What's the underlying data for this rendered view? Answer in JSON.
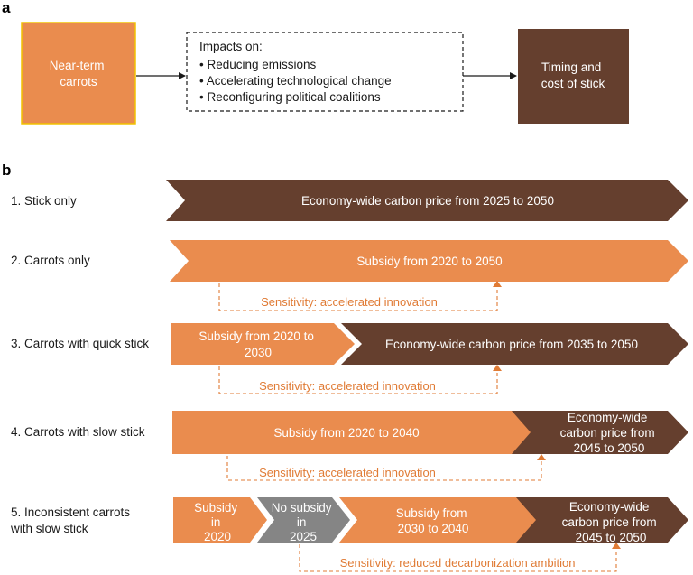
{
  "colors": {
    "carrot": "#ea8c4e",
    "carrot_border": "#f2c200",
    "stick": "#653f2e",
    "gap": "#858585",
    "sensitivity": "#e07b35",
    "text_dark": "#1a1a1a"
  },
  "panel_a": {
    "letter": "a",
    "carrots_box": [
      "Near-term",
      "carrots"
    ],
    "impacts_title": "Impacts on:",
    "impacts": [
      "• Reducing emissions",
      "• Accelerating technological change",
      "• Reconfiguring political coalitions"
    ],
    "stick_box": [
      "Timing and",
      "cost of stick"
    ]
  },
  "panel_b": {
    "letter": "b",
    "rows": [
      {
        "label": [
          "1. Stick only"
        ],
        "segments": [
          {
            "kind": "stick",
            "text": [
              "Economy-wide carbon price from 2025 to 2050"
            ]
          }
        ]
      },
      {
        "label": [
          "2. Carrots only"
        ],
        "segments": [
          {
            "kind": "carrot",
            "text": [
              "Subsidy from 2020 to 2050"
            ]
          }
        ],
        "sensitivity": "Sensitivity: accelerated innovation"
      },
      {
        "label": [
          "3. Carrots with quick stick"
        ],
        "segments": [
          {
            "kind": "carrot",
            "text": [
              "Subsidy from 2020 to",
              "2030"
            ]
          },
          {
            "kind": "stick",
            "text": [
              "Economy-wide carbon price from 2035 to 2050"
            ]
          }
        ],
        "sensitivity": "Sensitivity: accelerated innovation"
      },
      {
        "label": [
          "4. Carrots with slow stick"
        ],
        "segments": [
          {
            "kind": "carrot",
            "text": [
              "Subsidy from 2020 to 2040"
            ]
          },
          {
            "kind": "stick",
            "text": [
              "Economy-wide",
              "carbon price from",
              "2045 to 2050"
            ]
          }
        ],
        "sensitivity": "Sensitivity: accelerated innovation"
      },
      {
        "label": [
          "5. Inconsistent carrots",
          "with slow stick"
        ],
        "segments": [
          {
            "kind": "carrot",
            "text": [
              "Subsidy",
              "in",
              "2020"
            ]
          },
          {
            "kind": "gap",
            "text": [
              "No subsidy",
              "in",
              "2025"
            ]
          },
          {
            "kind": "carrot",
            "text": [
              "Subsidy from",
              "2030 to 2040"
            ]
          },
          {
            "kind": "stick",
            "text": [
              "Economy-wide",
              "carbon price from",
              "2045 to 2050"
            ]
          }
        ],
        "sensitivity": "Sensitivity: reduced decarbonization ambition"
      }
    ]
  }
}
